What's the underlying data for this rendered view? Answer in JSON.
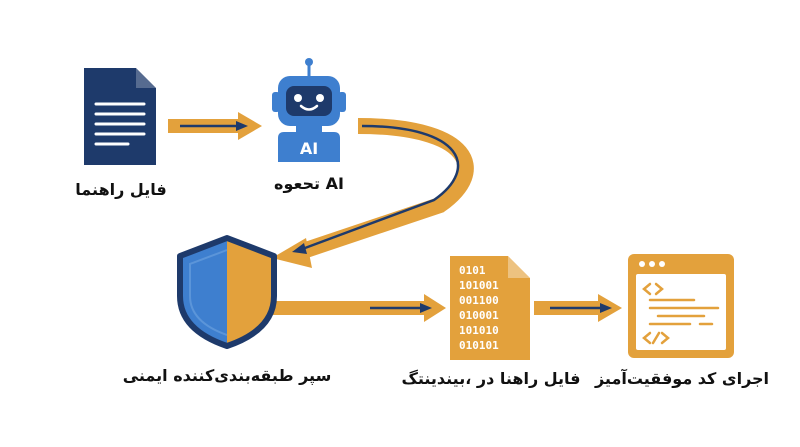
{
  "colors": {
    "navy": "#1e3a6b",
    "orange": "#e3a13c",
    "blue": "#3e7fcf",
    "white": "#ffffff"
  },
  "nodes": {
    "guide_file": {
      "label": "فایل راهنما",
      "icon": "document-icon"
    },
    "ai_agent": {
      "label": "تحعوه AI",
      "icon": "robot-icon",
      "badge": "AI"
    },
    "shield": {
      "label": "سپر طبقه‌بندی‌کننده ایمنی",
      "icon": "shield-icon"
    },
    "binary_file": {
      "label": "فایل راهنا در ،بیندینتگ",
      "icon": "binary-file-icon",
      "binary_lines": [
        "0101",
        "101001",
        "001100",
        "010001",
        "101010",
        "010101"
      ]
    },
    "success": {
      "label": "اجرای کد موفقیت‌آمیز",
      "icon": "code-window-icon"
    }
  }
}
